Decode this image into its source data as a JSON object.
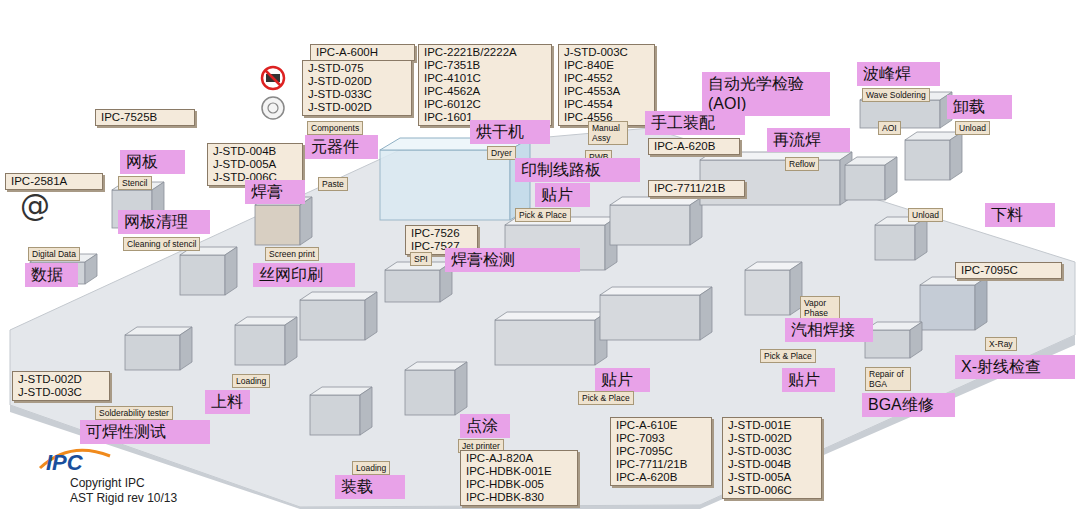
{
  "diagram": {
    "nodes": [
      {
        "text": [
          "IPC-A-600H"
        ]
      },
      {
        "text": [
          "J-STD-075",
          "J-STD-020D",
          "J-STD-033C",
          "J-STD-002D"
        ]
      },
      {
        "text": [
          "IPC-2221B/2222A",
          "IPC-7351B",
          "IPC-4101C",
          "IPC-4562A",
          "IPC-6012C",
          "IPC-1601"
        ]
      },
      {
        "text": [
          "J-STD-003C",
          "IPC-840E",
          "IPC-4552",
          "IPC-4553A",
          "IPC-4554",
          "IPC-4556"
        ]
      },
      {
        "text": [
          "自动光学检验 (AOI)"
        ]
      },
      {
        "text": [
          "波峰焊"
        ]
      },
      {
        "text": [
          "Wave Soldering"
        ]
      },
      {
        "text": [
          "卸载"
        ]
      },
      {
        "text": [
          "IPC-7525B"
        ]
      },
      {
        "text": [
          "手工装配"
        ]
      },
      {
        "text": [
          "Manual Assy"
        ]
      },
      {
        "text": [
          "烘干机"
        ]
      },
      {
        "text": [
          "Components"
        ]
      },
      {
        "text": [
          "Unload"
        ]
      },
      {
        "text": [
          "AOI"
        ]
      },
      {
        "text": [
          "再流焊"
        ]
      },
      {
        "text": [
          "元器件"
        ]
      },
      {
        "text": [
          "IPC-A-620B"
        ]
      },
      {
        "text": [
          "J-STD-004B",
          "J-STD-005A",
          "J-STD-006C"
        ]
      },
      {
        "text": [
          "Dryer"
        ]
      },
      {
        "text": [
          "网板"
        ]
      },
      {
        "text": [
          "PWB"
        ]
      },
      {
        "text": [
          "Reflow"
        ]
      },
      {
        "text": [
          "印制线路板"
        ]
      },
      {
        "text": [
          "IPC-2581A"
        ]
      },
      {
        "text": [
          "Stencil"
        ]
      },
      {
        "text": [
          "Paste"
        ]
      },
      {
        "text": [
          "焊膏"
        ]
      },
      {
        "text": [
          "IPC-7711/21B"
        ]
      },
      {
        "text": [
          "贴片"
        ]
      },
      {
        "text": [
          "下料"
        ]
      },
      {
        "text": [
          "Unload"
        ]
      },
      {
        "text": [
          "Pick & Place"
        ]
      },
      {
        "text": [
          "网板清理"
        ]
      },
      {
        "text": [
          "IPC-7526",
          "IPC-7527"
        ]
      },
      {
        "text": [
          "Cleaning of stencil"
        ]
      },
      {
        "text": [
          "Digital Data"
        ]
      },
      {
        "text": [
          "Screen print"
        ]
      },
      {
        "text": [
          "焊膏检测"
        ]
      },
      {
        "text": [
          "SPI"
        ]
      },
      {
        "text": [
          "IPC-7095C"
        ]
      },
      {
        "text": [
          "数据"
        ]
      },
      {
        "text": [
          "丝网印刷"
        ]
      },
      {
        "text": [
          "Vapor Phase"
        ]
      },
      {
        "text": [
          "汽相焊接"
        ]
      },
      {
        "text": [
          "X-Ray"
        ]
      },
      {
        "text": [
          "Pick & Place"
        ]
      },
      {
        "text": [
          "X-射线检查"
        ]
      },
      {
        "text": [
          "贴片"
        ]
      },
      {
        "text": [
          "贴片"
        ]
      },
      {
        "text": [
          "Repair of BGA"
        ]
      },
      {
        "text": [
          "J-STD-002D",
          "J-STD-003C"
        ]
      },
      {
        "text": [
          "Loading"
        ]
      },
      {
        "text": [
          "上料"
        ]
      },
      {
        "text": [
          "Pick & Place"
        ]
      },
      {
        "text": [
          "BGA维修"
        ]
      },
      {
        "text": [
          "Solderability tester"
        ]
      },
      {
        "text": [
          "点涂"
        ]
      },
      {
        "text": [
          "IPC-A-610E",
          "IPC-7093",
          "IPC-7095C",
          "IPC-7711/21B",
          "IPC-A-620B"
        ]
      },
      {
        "text": [
          "J-STD-001E",
          "J-STD-002D",
          "J-STD-003C",
          "J-STD-004B",
          "J-STD-005A",
          "J-STD-006C"
        ]
      },
      {
        "text": [
          "可焊性测试"
        ]
      },
      {
        "text": [
          "Jet printer"
        ]
      },
      {
        "text": [
          "IPC-AJ-820A",
          "IPC-HDBK-001E",
          "IPC-HDBK-005",
          "IPC-HDBK-830"
        ]
      },
      {
        "text": [
          "Loading"
        ]
      },
      {
        "text": [
          "装载"
        ]
      }
    ],
    "labels": [
      "@",
      "IPC",
      "Copyright IPC",
      "AST Rigid rev 10/13"
    ]
  }
}
